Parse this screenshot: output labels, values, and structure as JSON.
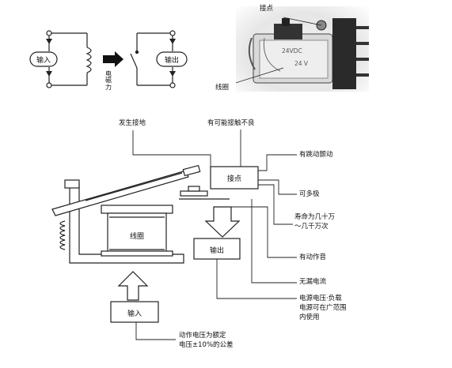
{
  "schematic": {
    "input_label": "输入",
    "coil_label": "电磁力",
    "output_label": "输出"
  },
  "photo": {
    "contact_label": "接点",
    "coil_label": "线圈",
    "rating_text_1": "24VDC",
    "rating_text_2": "24 V"
  },
  "main": {
    "grounding_label": "发生接地",
    "poor_contact_label": "有可能接触不良",
    "bounce_label": "有跳动颤动",
    "contact_box": "接点",
    "multipole_label": "可多极",
    "life_label_1": "寿命为几十万",
    "life_label_2": "～几千万次",
    "coil_box": "线圈",
    "noise_label": "有动作音",
    "output_box": "输出",
    "leakage_label": "无漏电流",
    "supply_label_1": "电源电压·负载",
    "supply_label_2": "电源可在广范围",
    "supply_label_3": "内使用",
    "input_box": "输入",
    "tolerance_label_1": "动作电压为额定",
    "tolerance_label_2": "电压±10%的公差"
  }
}
